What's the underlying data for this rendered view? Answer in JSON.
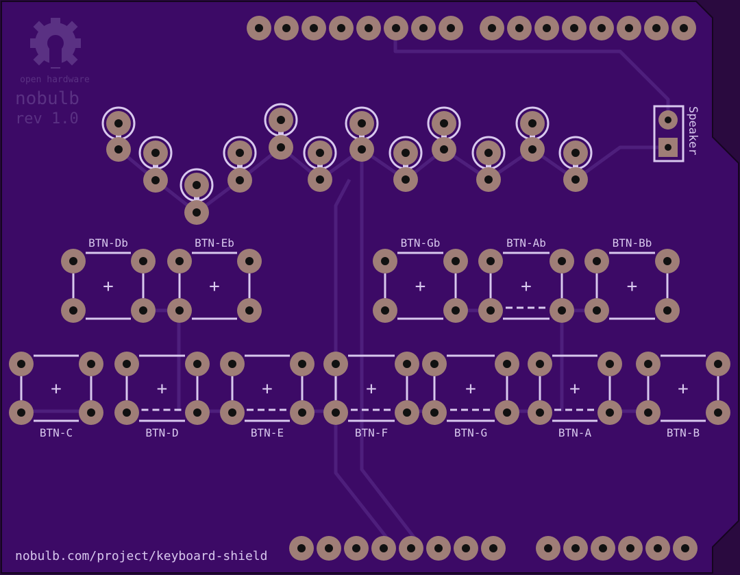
{
  "board": {
    "logo_caption": "open hardware",
    "project_name": "nobulb",
    "revision": "rev 1.0",
    "footer_url": "nobulb.com/project/keyboard-shield",
    "speaker_label": "Speaker"
  },
  "buttons": {
    "top_row": [
      "BTN-Db",
      "BTN-Eb",
      "BTN-Gb",
      "BTN-Ab",
      "BTN-Bb"
    ],
    "bottom_row": [
      "BTN-C",
      "BTN-D",
      "BTN-E",
      "BTN-F",
      "BTN-G",
      "BTN-A",
      "BTN-B"
    ],
    "plus_mark": "+"
  },
  "colors": {
    "board": "#3c0a66",
    "copper": "#9f7e77",
    "silkscreen": "#d8c8ee",
    "trace": "#4e1f7c"
  }
}
